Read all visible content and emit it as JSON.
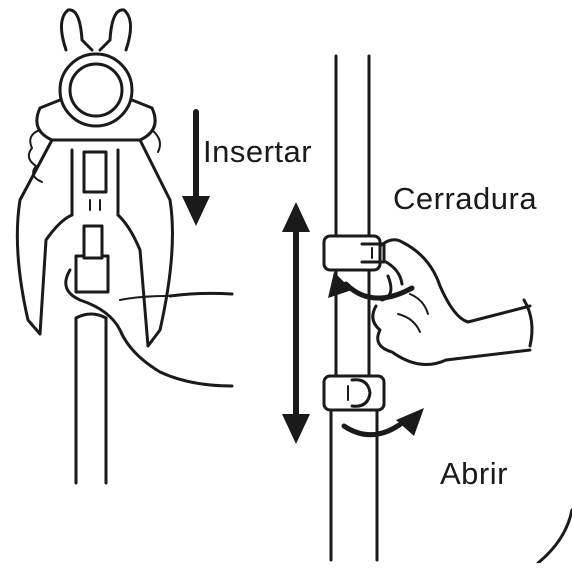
{
  "labels": {
    "insert": "Insertar",
    "lock": "Cerradura",
    "open": "Abrir"
  },
  "colors": {
    "ink": "#1a1a1a",
    "background": "#ffffff"
  }
}
